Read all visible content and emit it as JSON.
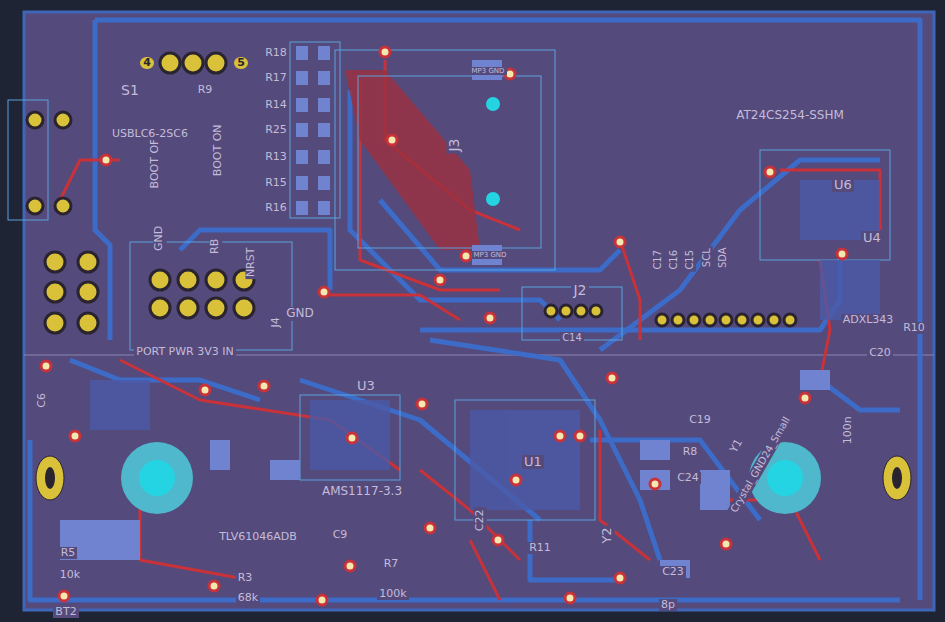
{
  "diagram": {
    "labels": [
      "4",
      "5",
      "S1",
      "R9",
      "BOOT OFF",
      "BOOT ON",
      "USBLC6-2SC6",
      "R18",
      "R17",
      "R14",
      "R25",
      "R13",
      "R15",
      "R16",
      "J3",
      "MP3 GND",
      "MP3 GND",
      "AT24CS254-SSHM",
      "U6",
      "U4",
      "ADXL343",
      "R10",
      "C20",
      "J2",
      "C14",
      "GND",
      "NRST",
      "RB",
      "GND",
      "J4",
      "PORT PWR 3V3 IN",
      "U3",
      "U1",
      "Y1",
      "Y2",
      "C19",
      "R8",
      "C24",
      "Crystal_GND24_Small",
      "C9",
      "R7",
      "100k",
      "R3",
      "68k",
      "R5",
      "10k",
      "BT2",
      "AMS1117-3.3",
      "TLV61046ADB",
      "C6",
      "C23",
      "8p",
      "100n",
      "R11",
      "C22",
      "C17",
      "C16",
      "C15",
      "SCL",
      "SDA"
    ]
  }
}
